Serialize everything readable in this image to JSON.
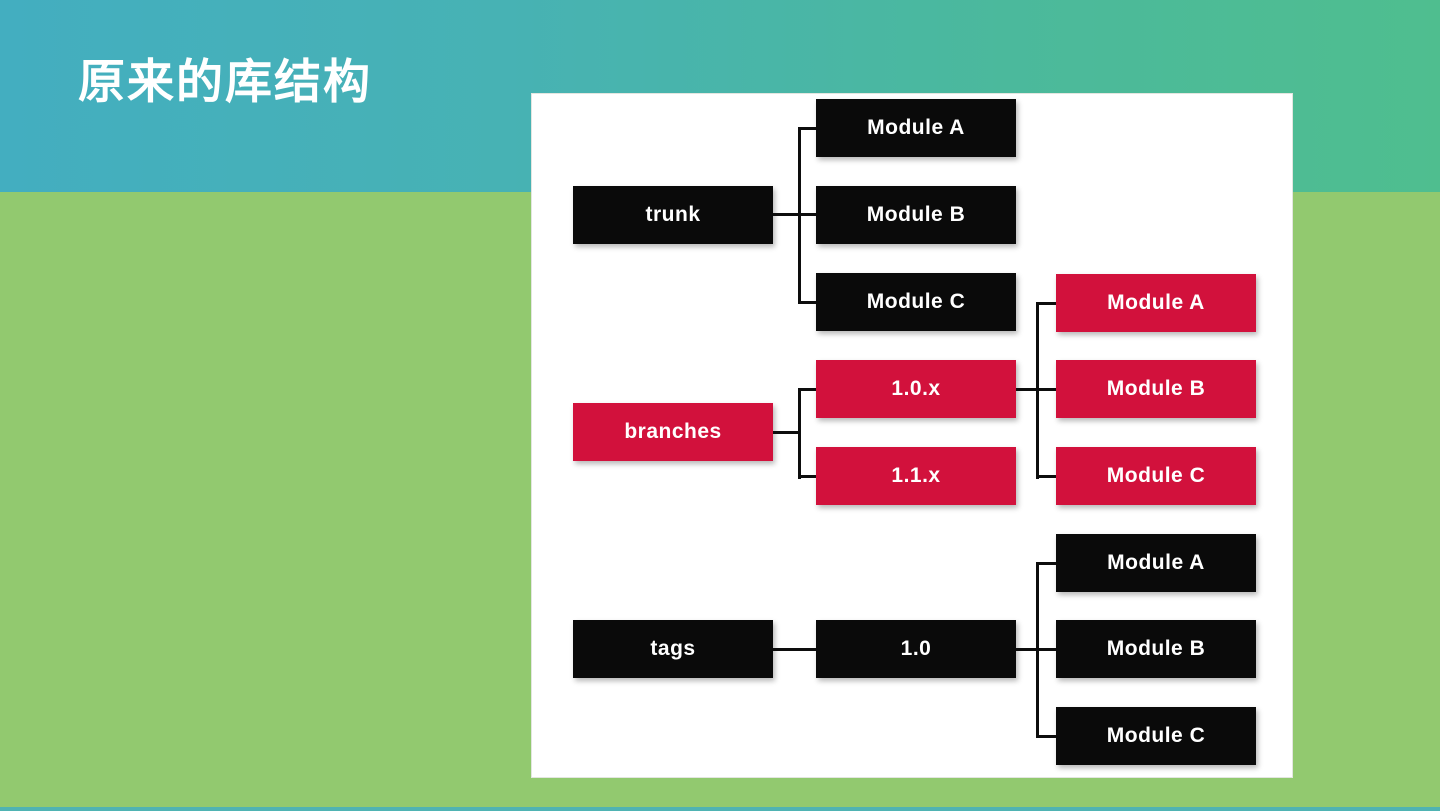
{
  "slide": {
    "title": "原来的库结构"
  },
  "colors": {
    "header_gradient_left": "#43AEC0",
    "header_gradient_right": "#4FBE8F",
    "body_green": "#92C96F",
    "bottom_strip_teal": "#4FB3B3",
    "panel_white": "#FFFFFF",
    "node_black": "#0A0A0A",
    "node_red": "#D2113C",
    "node_text": "#FFFFFF",
    "connector_black": "#0D0D0D",
    "title_text": "#FFFFFF"
  },
  "diagram": {
    "type": "tree",
    "description_visible_nodes_only": true,
    "groups": [
      {
        "name": "trunk",
        "parent": {
          "label": "trunk",
          "style": "black"
        },
        "children": [
          {
            "label": "Module A",
            "style": "black"
          },
          {
            "label": "Module B",
            "style": "black"
          },
          {
            "label": "Module C",
            "style": "black"
          }
        ]
      },
      {
        "name": "branches",
        "parent": {
          "label": "branches",
          "style": "red"
        },
        "children": [
          {
            "label": "1.0.x",
            "style": "red"
          },
          {
            "label": "1.1.x",
            "style": "red"
          }
        ],
        "grandchildren_parent": "1.0.x",
        "grandchildren": [
          {
            "label": "Module A",
            "style": "red"
          },
          {
            "label": "Module B",
            "style": "red"
          },
          {
            "label": "Module C",
            "style": "red"
          }
        ]
      },
      {
        "name": "tags",
        "parent": {
          "label": "tags",
          "style": "black"
        },
        "children": [
          {
            "label": "1.0",
            "style": "black"
          }
        ],
        "grandchildren_parent": "1.0",
        "grandchildren": [
          {
            "label": "Module A",
            "style": "black"
          },
          {
            "label": "Module B",
            "style": "black"
          },
          {
            "label": "Module C",
            "style": "black"
          }
        ]
      }
    ]
  }
}
